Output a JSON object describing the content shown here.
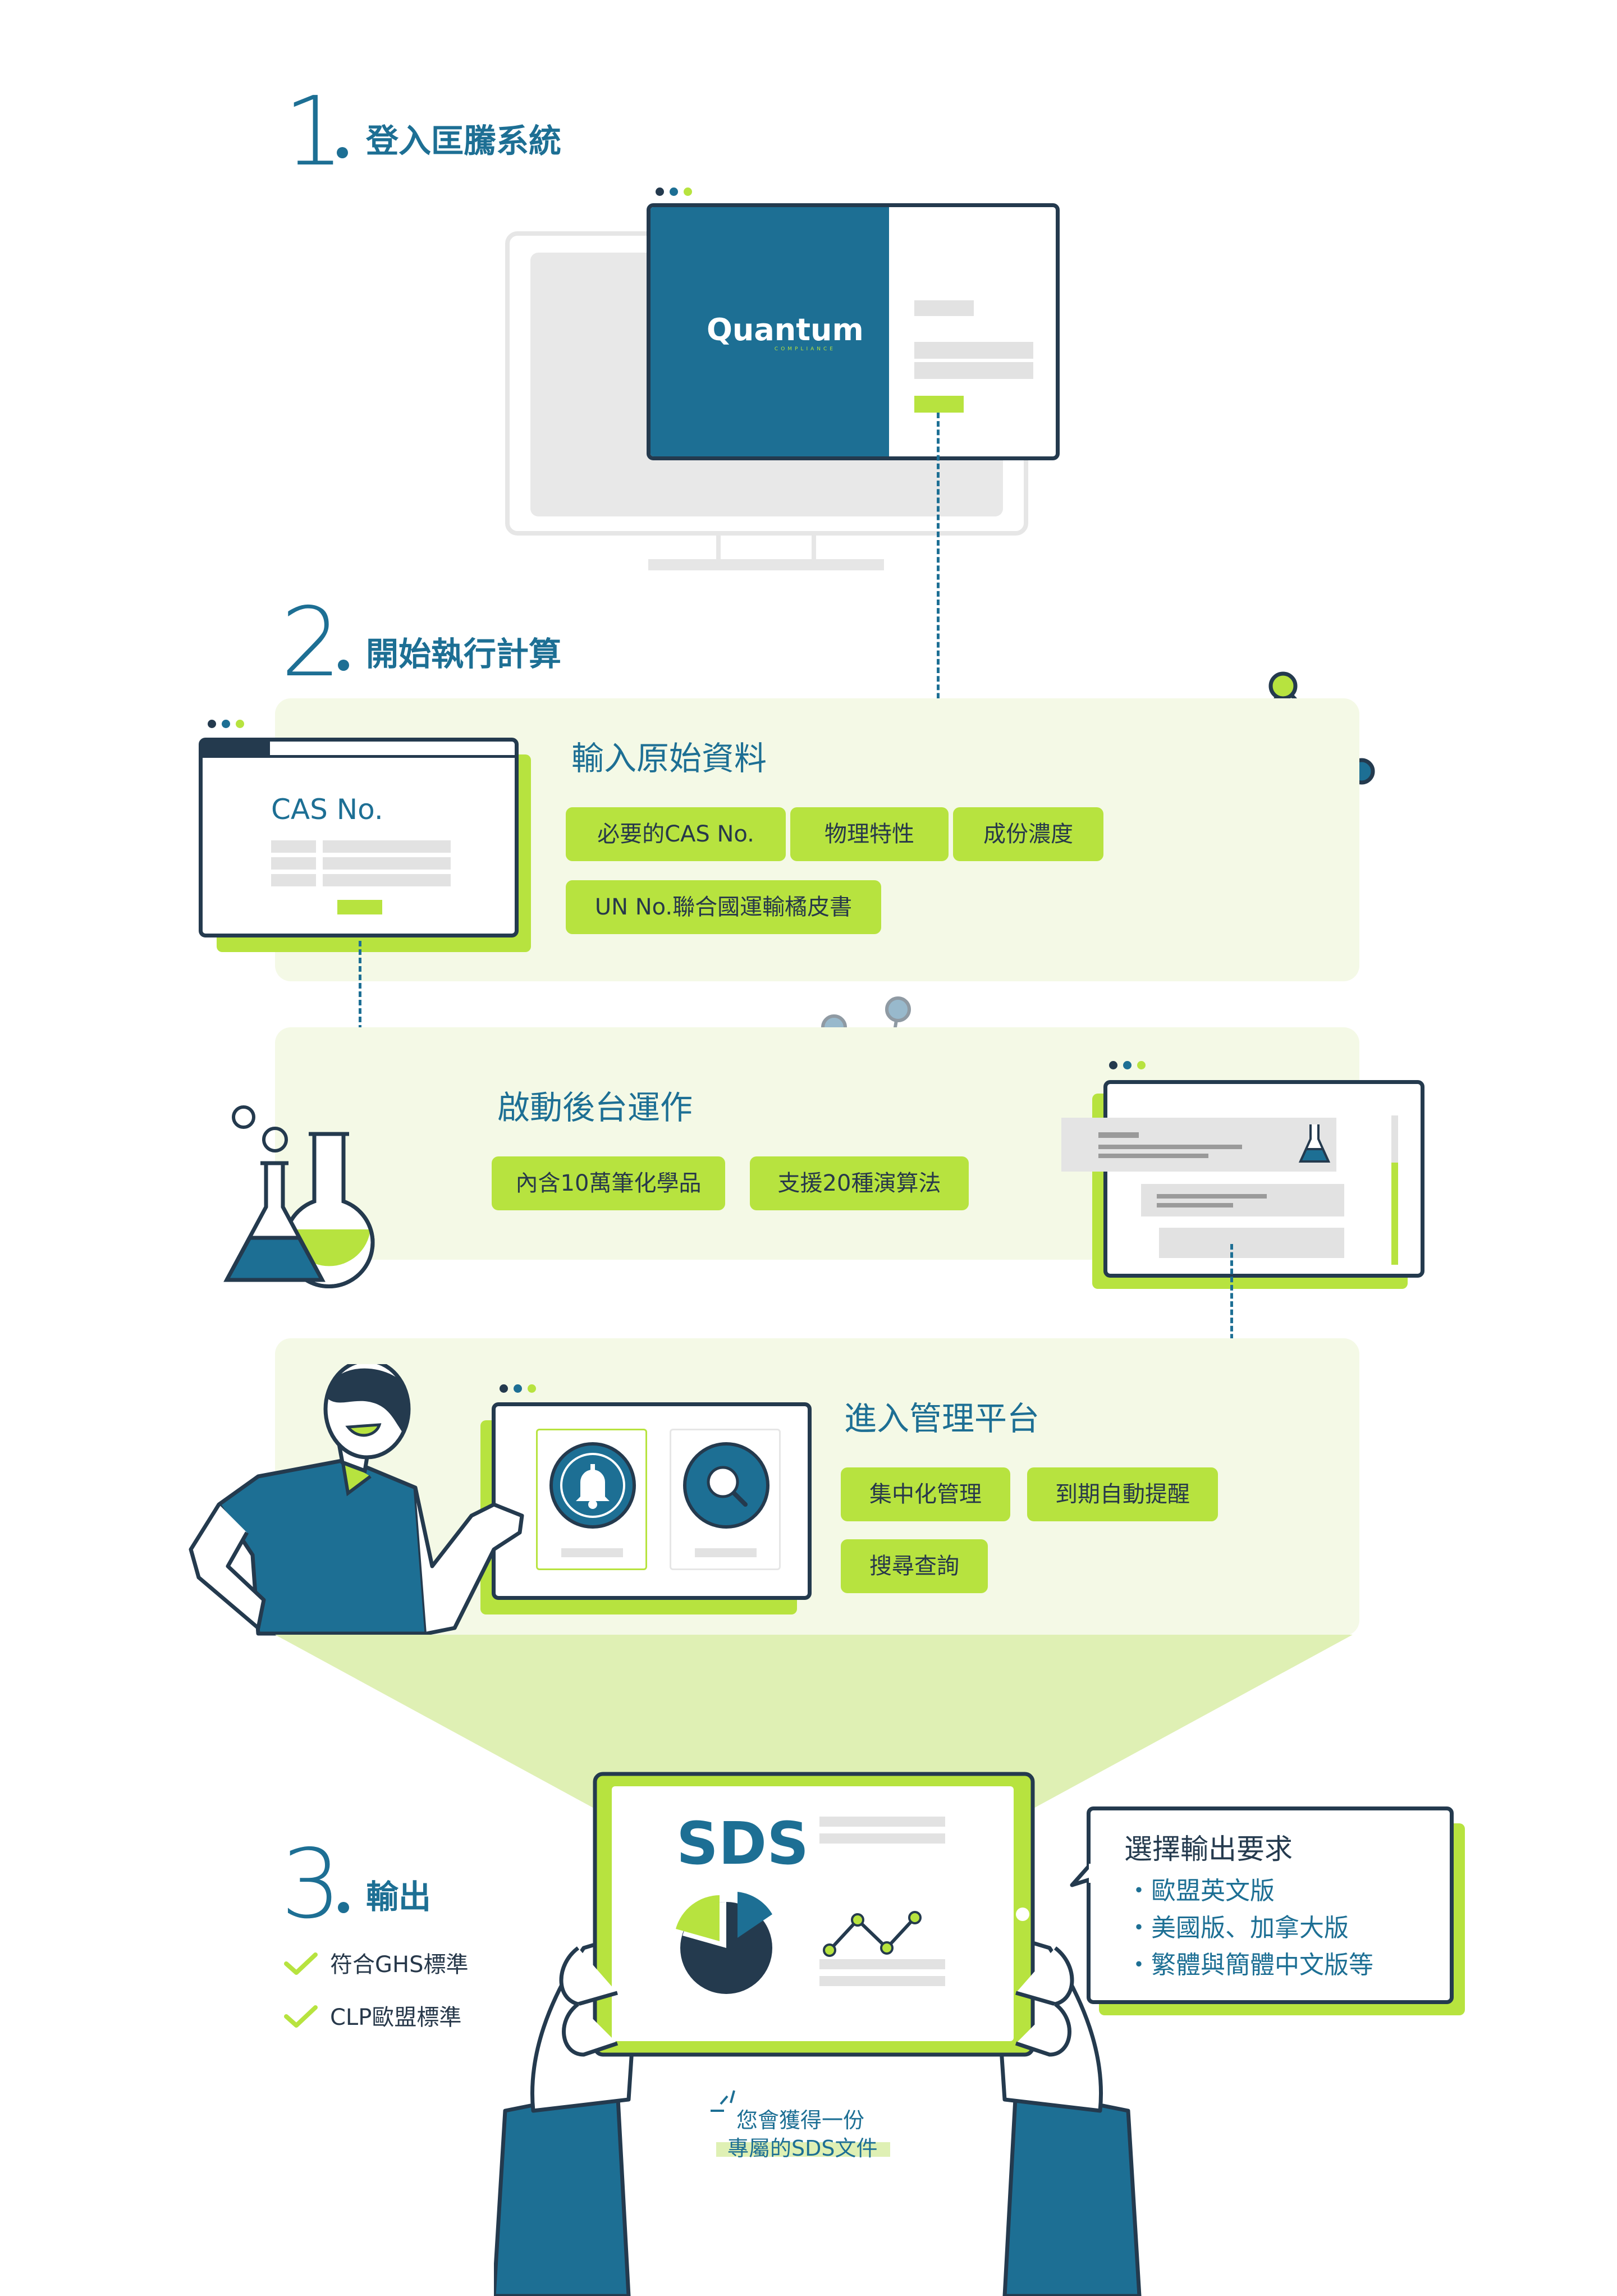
{
  "colors": {
    "navy": "#243a4e",
    "blue": "#1d6f94",
    "green": "#b7e33f",
    "panel": "#f4f9e6"
  },
  "step1": {
    "number": "1",
    "title": "登入匡騰系統"
  },
  "login": {
    "logo_text": "Quantum",
    "logo_subtext": "COMPLIANCE"
  },
  "step2": {
    "number": "2",
    "title": "開始執行計算"
  },
  "input_section": {
    "form_label": "CAS No.",
    "title": "輸入原始資料",
    "tags": [
      "必要的CAS No.",
      "物理特性",
      "成份濃度",
      "UN No.聯合國運輸橘皮書"
    ]
  },
  "backend_section": {
    "title": "啟動後台運作",
    "tags": [
      "內含10萬筆化學品",
      "支援20種演算法"
    ]
  },
  "platform_section": {
    "title": "進入管理平台",
    "tags": [
      "集中化管理",
      "到期自動提醒",
      "搜尋查詢"
    ],
    "icons": [
      "bell-icon",
      "search-icon"
    ]
  },
  "step3": {
    "number": "3",
    "title": "輸出",
    "checks": [
      "符合GHS標準",
      "CLP歐盟標準"
    ]
  },
  "tablet": {
    "title": "SDS"
  },
  "output_options": {
    "title": "選擇輸出要求",
    "items": [
      "・歐盟英文版",
      "・美國版、加拿大版",
      "・繁體與簡體中文版等"
    ]
  },
  "caption": {
    "line1": "您會獲得一份",
    "line2": "專屬的SDS文件"
  }
}
